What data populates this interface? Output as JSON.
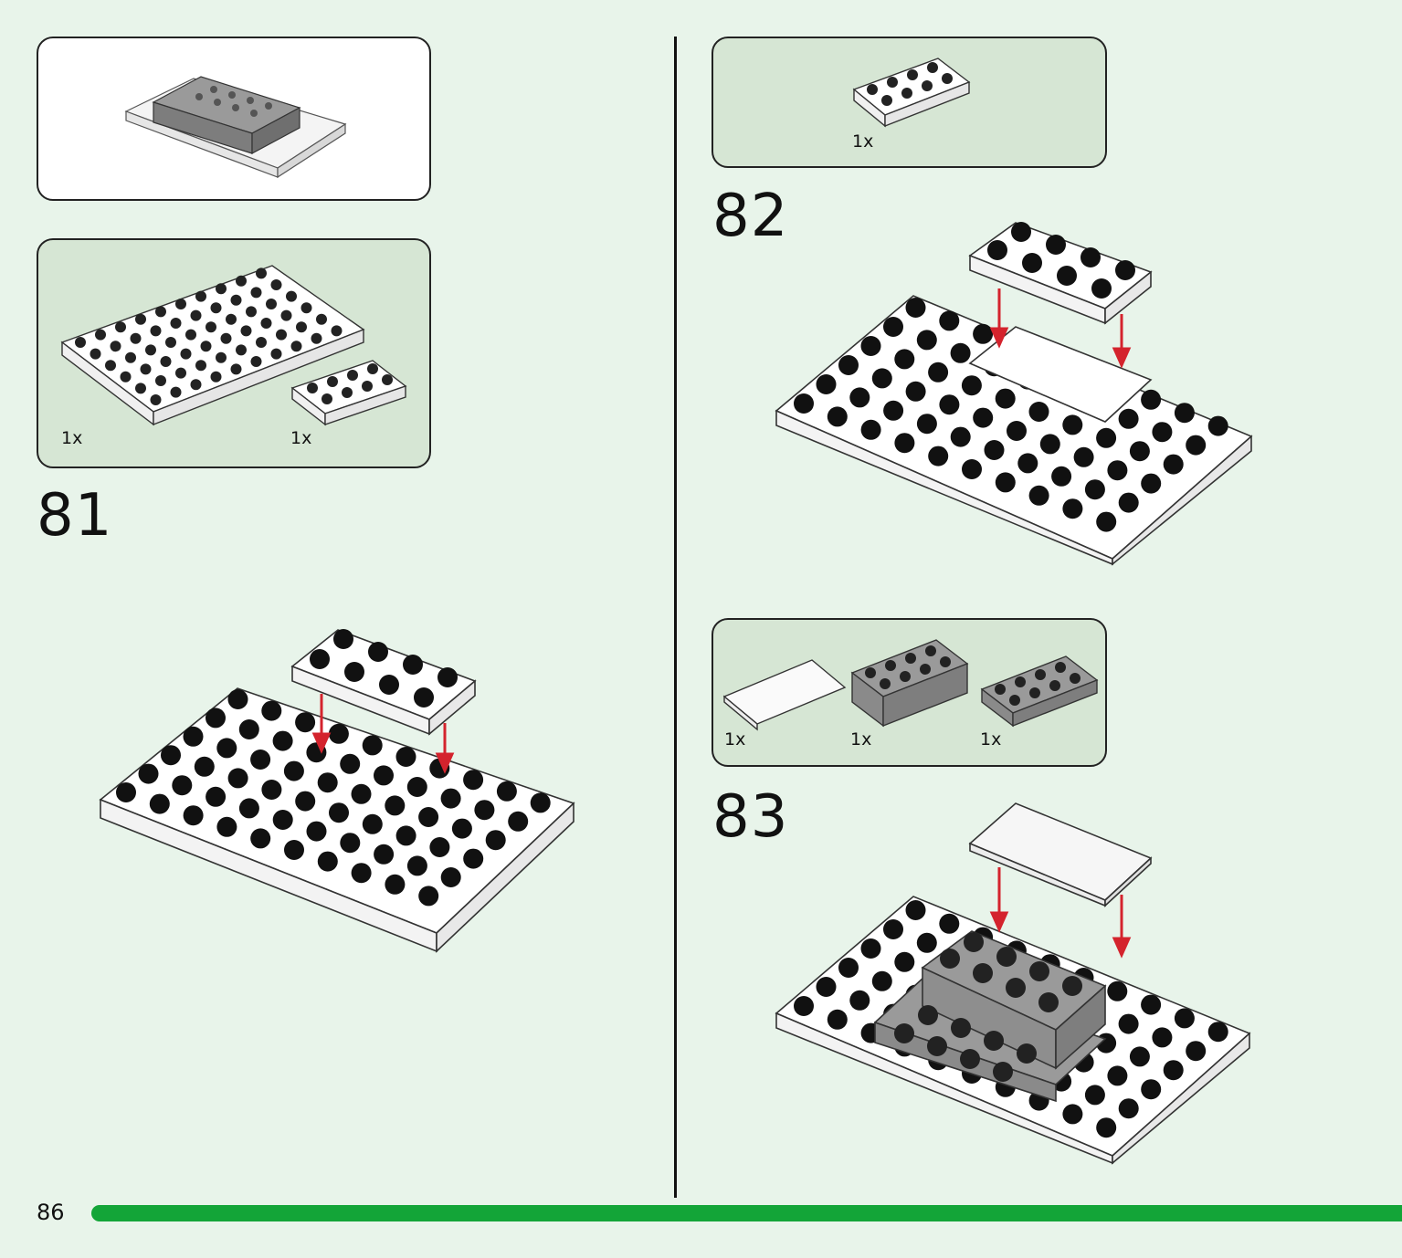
{
  "page": {
    "number": "86",
    "progress_color": "#13a538"
  },
  "preview": {
    "icon": "gray-assembly-preview-icon"
  },
  "steps": [
    {
      "number": "81",
      "parts": [
        {
          "qty": "1x",
          "icon": "white-plate-6x10-icon"
        },
        {
          "qty": "1x",
          "icon": "white-plate-2x4-icon"
        }
      ]
    },
    {
      "number": "82",
      "parts": [
        {
          "qty": "1x",
          "icon": "white-plate-2x4-icon"
        }
      ]
    },
    {
      "number": "83",
      "parts": [
        {
          "qty": "1x",
          "icon": "white-tile-2x4-icon"
        },
        {
          "qty": "1x",
          "icon": "gray-brick-2x4-icon"
        },
        {
          "qty": "1x",
          "icon": "gray-plate-2x4-icon"
        }
      ]
    }
  ],
  "colors": {
    "background": "#e8f4ea",
    "parts_box": "#d6e6d4",
    "arrow": "#d4232d",
    "gray_brick": "#8f8f8f"
  }
}
